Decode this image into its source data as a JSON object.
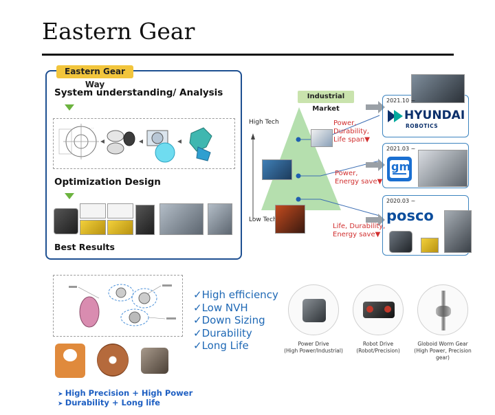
{
  "page": {
    "title": "Eastern Gear"
  },
  "way": {
    "tag": "Eastern Gear Way",
    "step1": "System understanding/ Analysis",
    "step2": "Optimization Design",
    "step3": "Best Results"
  },
  "market": {
    "tag": "Industrial Market",
    "high_tech": "High Tech",
    "low_tech": "Low Tech",
    "tiers": [
      {
        "benefit_lines": [
          "Power,",
          "Durability,",
          "Life span▼"
        ],
        "date": "2021.10 ~",
        "brand": "HYUNDAI",
        "brand_sub": "ROBOTICS"
      },
      {
        "benefit_lines": [
          "Power,",
          "Energy save▼"
        ],
        "date": "2021.03 ~",
        "brand": "gm"
      },
      {
        "benefit_lines": [
          "Life, Durability,",
          "Energy save▼"
        ],
        "date": "2020.03 ~",
        "brand": "posco"
      }
    ]
  },
  "benefits": [
    "✓High efficiency",
    "✓Low NVH",
    "✓Down Sizing",
    "✓Durability",
    "✓Long Life"
  ],
  "products": [
    {
      "name": "Power Drive",
      "detail": "(High Power/Industrial)"
    },
    {
      "name": "Robot Drive",
      "detail": "(Robot/Precision)"
    },
    {
      "name": "Globoid Worm Gear",
      "detail": "(High Power, Precision gear)"
    }
  ],
  "bullets": [
    "High Precision + High Power",
    "Durability + Long life"
  ],
  "colors": {
    "accent_blue": "#1d4f91",
    "tag_yellow": "#f2c53c",
    "triangle_green": "#b5dfae",
    "down_red": "#d12f2f",
    "benefit_blue": "#1e68b5"
  }
}
